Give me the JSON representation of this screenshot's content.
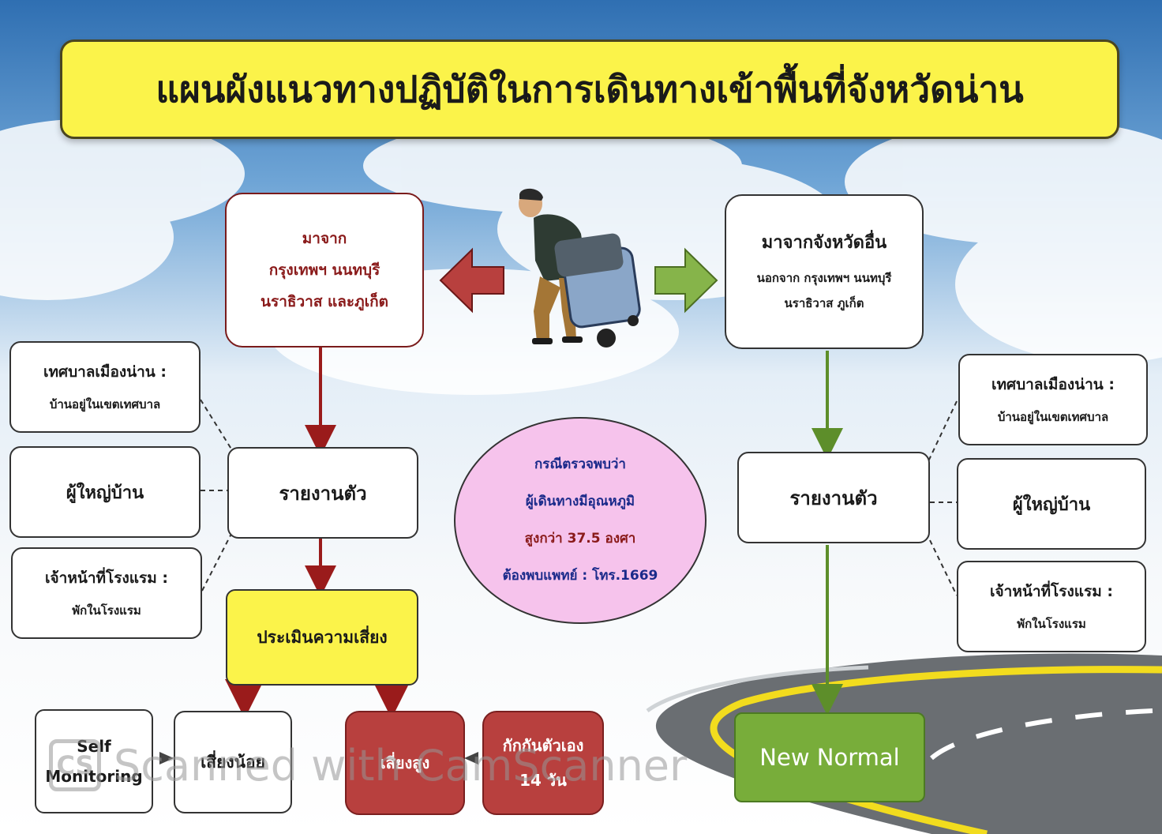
{
  "title": "แผนผังแนวทางปฏิบัติในการเดินทางเข้าพื้นที่จังหวัดน่าน",
  "left": {
    "source": {
      "line1": "มาจาก",
      "line2": "กรุงเทพฯ นนทบุรี",
      "line3": "นราธิวาส และภูเก็ต"
    },
    "options": [
      {
        "label": "เทศบาลเมืองน่าน :",
        "sub": "บ้านอยู่ในเขตเทศบาล"
      },
      {
        "label": "ผู้ใหญ่บ้าน"
      },
      {
        "label": "เจ้าหน้าที่โรงแรม :",
        "sub": "พักในโรงแรม"
      }
    ],
    "report": "รายงานตัว",
    "assess": "ประเมินความเสี่ยง",
    "self_monitoring": {
      "line1": "Self",
      "line2": "Monitoring"
    },
    "low_risk": "เสี่ยงน้อย",
    "high_risk": "เสี่ยงสูง",
    "quarantine": {
      "line1": "กักกันตัวเอง",
      "line2": "14 วัน"
    }
  },
  "right": {
    "source": {
      "line1": "มาจากจังหวัดอื่น",
      "line2": "นอกจาก กรุงเทพฯ นนทบุรี",
      "line3": "นราธิวาส ภูเก็ต"
    },
    "options": [
      {
        "label": "เทศบาลเมืองน่าน :",
        "sub": "บ้านอยู่ในเขตเทศบาล"
      },
      {
        "label": "ผู้ใหญ่บ้าน"
      },
      {
        "label": "เจ้าหน้าที่โรงแรม :",
        "sub": "พักในโรงแรม"
      }
    ],
    "report": "รายงานตัว",
    "result": "New Normal"
  },
  "note": {
    "line1": "กรณีตรวจพบว่า",
    "line2": "ผู้เดินทางมีอุณหภูมิ",
    "line3": "สูงกว่า 37.5 องศา",
    "line4": "ต้องพบแพทย์ : โทร.1669"
  },
  "watermark": {
    "logo": "CS",
    "text": "Scanned with CamScanner"
  },
  "colors": {
    "title_bg": "#fbf34a",
    "left_accent": "#8a1a1a",
    "right_accent": "#6a9a2e",
    "note_bg": "#f6c3ec",
    "high_risk_bg": "#b8403e",
    "new_normal_bg": "#78ad3a"
  },
  "icons": [
    "arrow-left-icon",
    "arrow-right-icon",
    "traveler-with-luggage-icon"
  ]
}
